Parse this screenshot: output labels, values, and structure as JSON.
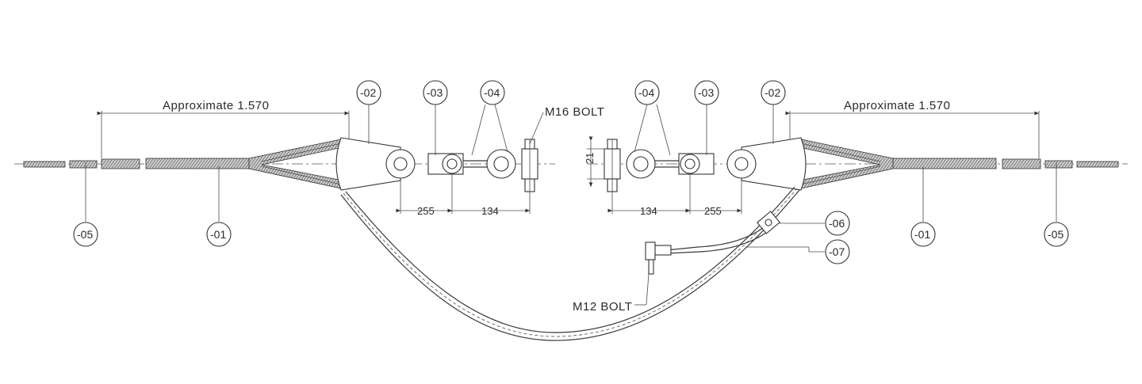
{
  "callouts": {
    "left_02": "-02",
    "left_03": "-03",
    "left_04": "-04",
    "left_05": "-05",
    "left_01": "-01",
    "right_04": "-04",
    "right_03": "-03",
    "right_02": "-02",
    "right_01": "-01",
    "right_05": "-05",
    "c_06": "-06",
    "c_07": "-07"
  },
  "annotations": {
    "approx_left": "Approximate 1.570",
    "approx_right": "Approximate 1.570",
    "m16_bolt": "M16 BOLT",
    "m12_bolt": "M12 BOLT"
  },
  "dimensions": {
    "left_255": "255",
    "left_134": "134",
    "right_134": "134",
    "right_255": "255",
    "height_21": "21"
  },
  "colors": {
    "line": "#3a3a3a",
    "background": "#ffffff"
  }
}
